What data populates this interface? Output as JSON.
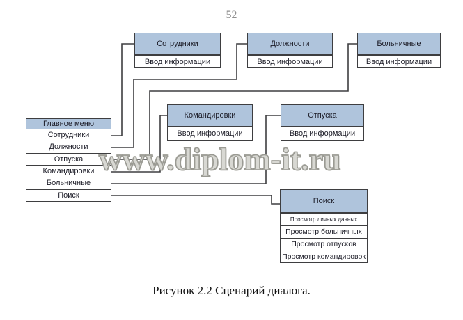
{
  "page_number": "52",
  "watermark": "www.diplom-it.ru",
  "caption": "Рисунок 2.2 Сценарий диалога.",
  "colors": {
    "header_fill": "#afc4dc",
    "border": "#3e3e40",
    "watermark_gray": "#d8d8d3",
    "page_number_gray": "#8f8f8f"
  },
  "main_menu": {
    "title": "Главное меню",
    "items": [
      "Сотрудники",
      "Должности",
      "Отпуска",
      "Командировки",
      "Больничные",
      "Поиск"
    ]
  },
  "modules": [
    {
      "title": "Сотрудники",
      "sub": "Ввод информации"
    },
    {
      "title": "Должности",
      "sub": "Ввод информации"
    },
    {
      "title": "Больничные",
      "sub": "Ввод информации"
    },
    {
      "title": "Командировки",
      "sub": "Ввод информации"
    },
    {
      "title": "Отпуска",
      "sub": "Ввод информации"
    }
  ],
  "search": {
    "title": "Поиск",
    "items": [
      "Просмотр личных данных",
      "Просмотр больничных",
      "Просмотр отпусков",
      "Просмотр командировок"
    ]
  },
  "connections": [
    {
      "from_menu_item": "Сотрудники",
      "to_box": "Сотрудники"
    },
    {
      "from_menu_item": "Должности",
      "to_box": "Должности"
    },
    {
      "from_menu_item": "Отпуска",
      "to_box": "Больничные"
    },
    {
      "from_menu_item": "Командировки",
      "to_box": "Командировки"
    },
    {
      "from_menu_item": "Больничные",
      "to_box": "Отпуска"
    },
    {
      "from_menu_item": "Поиск",
      "to_box": "Поиск"
    }
  ]
}
